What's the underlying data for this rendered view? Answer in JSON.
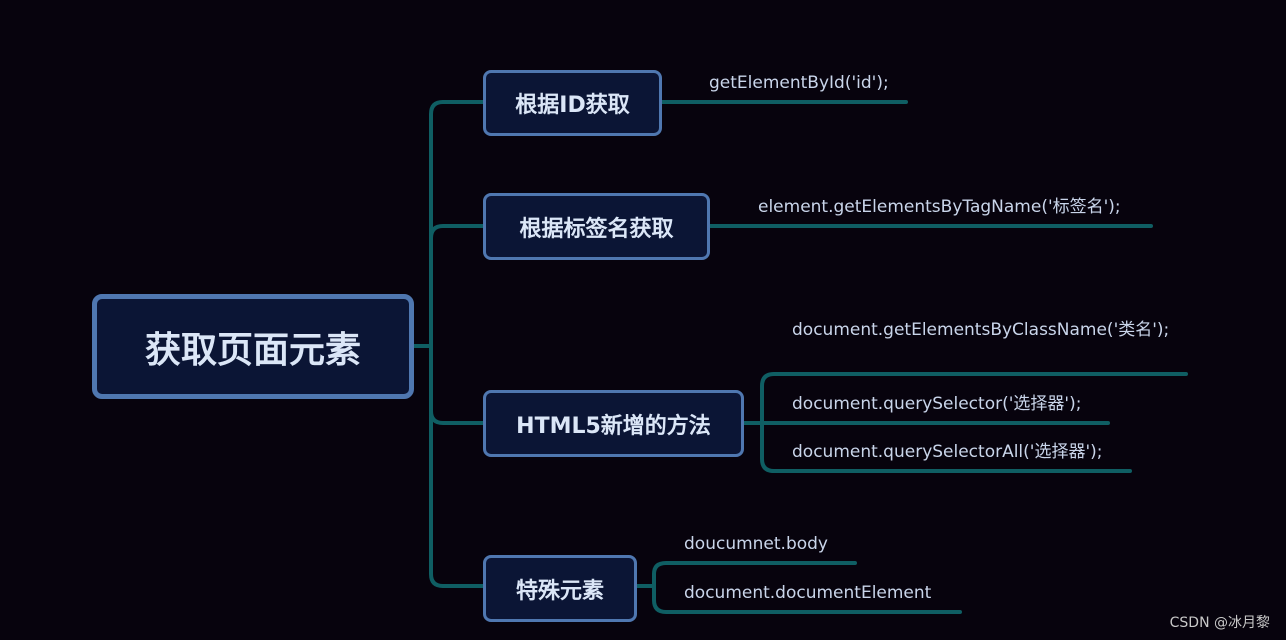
{
  "root": {
    "label": "获取页面元素"
  },
  "branches": [
    {
      "label": "根据ID获取",
      "children": [
        "getElementById('id');"
      ]
    },
    {
      "label": "根据标签名获取",
      "children": [
        "element.getElementsByTagName('标签名');"
      ]
    },
    {
      "label": "HTML5新增的方法",
      "children": [
        "document.getElementsByClassName('类名');",
        "document.querySelector('选择器');",
        "document.querySelectorAll('选择器');"
      ]
    },
    {
      "label": "特殊元素",
      "children": [
        "doucumnet.body",
        "document.documentElement"
      ]
    }
  ],
  "watermark": "CSDN @冰月黎",
  "colors": {
    "connector": "#0f5e63",
    "node_border": "#4f77b0",
    "node_fill": "#0b1535",
    "background": "#07030d"
  }
}
